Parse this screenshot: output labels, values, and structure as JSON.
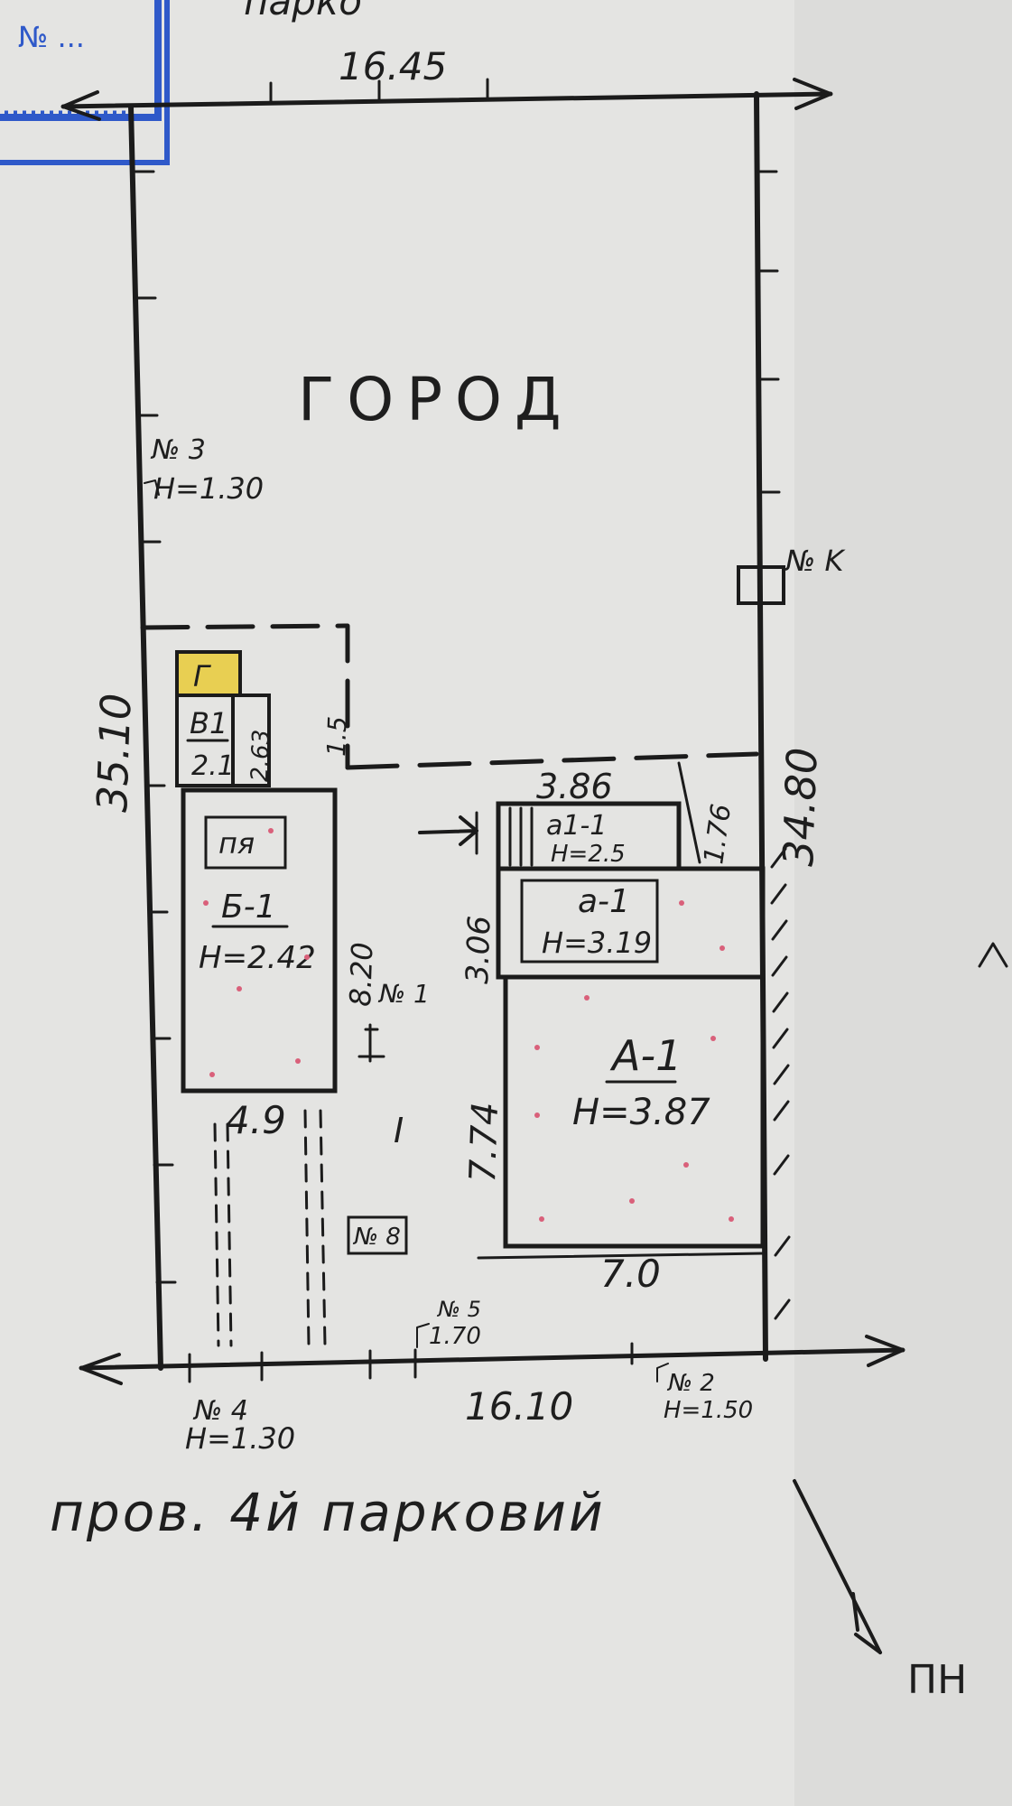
{
  "colors": {
    "paper": "#e4e4e2",
    "ink": "#1b1b1b",
    "stamp": "#2f59c9",
    "highlight": "#e8cf52",
    "red_dots": "#d9607a"
  },
  "stamp": {
    "text": "№ ...",
    "color": "#2f59c9"
  },
  "top_street_partial": "парко",
  "garden_label": "ГОРОД",
  "dimensions": {
    "top": "16.45",
    "left": "35.10",
    "right": "34.80",
    "bottom": "16.10",
    "a_bottom": "7.0",
    "gap_b": "4.9",
    "a_side": "7.74",
    "a1_side": "3.06",
    "a_top": "3.86",
    "a_porch_side": "1.76",
    "b_side": "8.20",
    "v1_side": "2.63",
    "small_step": "1.5"
  },
  "points": {
    "n3": "№ 3",
    "n3_h": "H=1.30",
    "nk": "№ K",
    "n1": "№ 1",
    "n8": "№ 8",
    "n5": "№ 5",
    "n5_h": "1.70",
    "n4": "№ 4",
    "n4_h": "H=1.30",
    "n2": "№ 2",
    "n2_h": "H=1.50"
  },
  "buildings": {
    "a_label": "A-1",
    "a_h": "H=3.87",
    "a1_label": "a-1",
    "a1_h": "H=3.19",
    "porch_label": "a1-1",
    "porch_h": "H=2.5",
    "b_label": "Б-1",
    "b_h": "H=2.42",
    "pya_label": "пя",
    "v1_label": "В1",
    "v1_h": "2.1",
    "g_label": "Г",
    "yard_label": "I"
  },
  "street_label": "пров. 4й парковий",
  "north_label": "ПН"
}
